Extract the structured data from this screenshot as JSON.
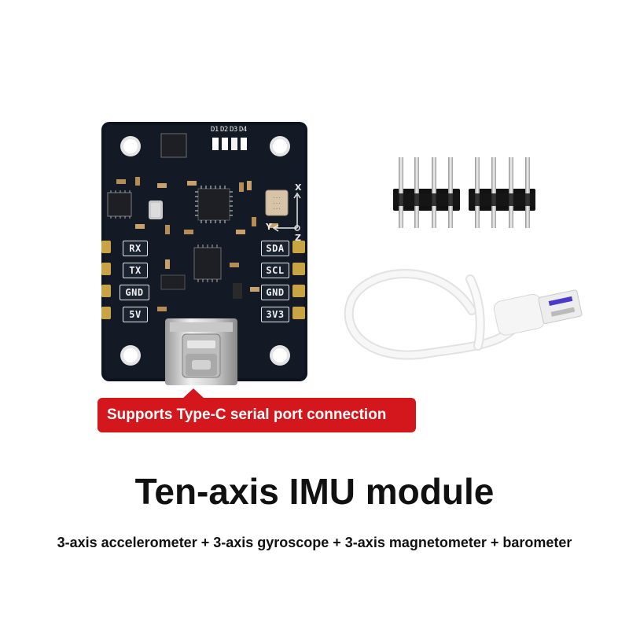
{
  "board": {
    "left_pins": [
      "RX",
      "TX",
      "GND",
      "5V"
    ],
    "right_pins": [
      "SDA",
      "SCL",
      "GND",
      "3V3"
    ],
    "led_designators": [
      "D1",
      "D2",
      "D3",
      "D4"
    ],
    "axis_labels": {
      "x": "X",
      "y": "Y",
      "z": "Z"
    },
    "barometer_marking": [
      "...",
      "...",
      "..."
    ]
  },
  "banner": {
    "text": "Supports Type-C serial port connection"
  },
  "title": "Ten-axis IMU module",
  "subtitle": "3-axis accelerometer + 3-axis gyroscope + 3-axis magnetometer + barometer",
  "colors": {
    "pcb": "#0f1520",
    "banner": "#d4171d",
    "gold_pad": "#c9a445",
    "cable": "#f3f3f3",
    "usb_accent": "#4b39c8"
  }
}
